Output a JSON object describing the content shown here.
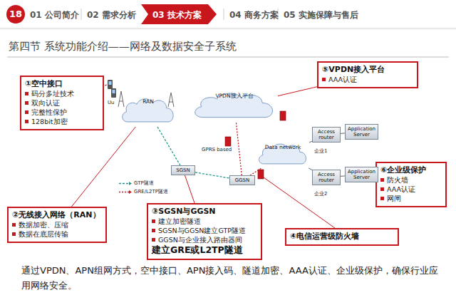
{
  "diagram": {
    "title": "第四节 系统功能介绍——网络及数据安全子系统",
    "caption": "通过VPDN、APN组网方式，空中接口、APN接入码、隧道加密、AAA认证、企业级保护，确保行业应用网络安全。",
    "nodes": [
      {
        "text": [
          "①空中接口",
          "码分多址技术",
          "双向认证",
          "完整性保护",
          "128bit加密"
        ]
      },
      {
        "text": [
          "⑤VPDN接入平台",
          "AAA认证"
        ]
      },
      {
        "text": [
          "②无线接入网络（RAN）",
          "数据加密、压缩",
          "数据在底层传输"
        ]
      },
      {
        "text": [
          "③SGSN与GGSN",
          "建立加密隧道",
          "SGSN与GGSN建立GTP隧道",
          "GGSN与企业接入路由器间",
          "建立GRE或L2TP隧道"
        ]
      },
      {
        "text": [
          "④电信运营级防火墙"
        ]
      },
      {
        "text": [
          "⑥企业级保护",
          "防火墙",
          "AAA认证",
          "网闸"
        ]
      },
      {
        "text": [
          "RAN"
        ]
      },
      {
        "text": [
          "VPDN接入平台"
        ]
      },
      {
        "text": [
          "SGSN"
        ]
      },
      {
        "text": [
          "GGSN"
        ]
      },
      {
        "text": [
          "Data network"
        ]
      },
      {
        "text": [
          "Access router"
        ]
      },
      {
        "text": [
          "Application Server"
        ]
      },
      {
        "text": [
          "Access router"
        ]
      },
      {
        "text": [
          "Application Server"
        ]
      }
    ],
    "edges": [
      {
        "from": 6,
        "to": 8,
        "arrow": "none"
      },
      {
        "from": 8,
        "to": 9,
        "arrow": "none"
      },
      {
        "from": 9,
        "to": 7,
        "arrow": "none"
      },
      {
        "from": 9,
        "to": 10,
        "arrow": "none"
      },
      {
        "from": 10,
        "to": 11,
        "arrow": "none"
      },
      {
        "from": 10,
        "to": 13,
        "arrow": "none"
      },
      {
        "from": 11,
        "to": 12,
        "arrow": "none"
      },
      {
        "from": 13,
        "to": 14,
        "arrow": "none"
      },
      {
        "from": 2,
        "to": 6,
        "arrow": "none"
      },
      {
        "from": 3,
        "to": 8,
        "arrow": "none"
      },
      {
        "from": 1,
        "to": 7,
        "arrow": "none"
      },
      {
        "from": 5,
        "to": 14,
        "arrow": "none"
      }
    ],
    "labels": [
      "18",
      "01 公司简介",
      "02 需求分析",
      "03 技术方案",
      "04 商务方案",
      "05 实施保障与售后",
      "Uu",
      "GPRS based",
      "AAA",
      "AAA",
      "router",
      "企业1",
      "企业2"
    ],
    "legend": [
      {
        "text": "GTP隧道"
      },
      {
        "text": "GRE/L2TP隧道"
      }
    ]
  }
}
